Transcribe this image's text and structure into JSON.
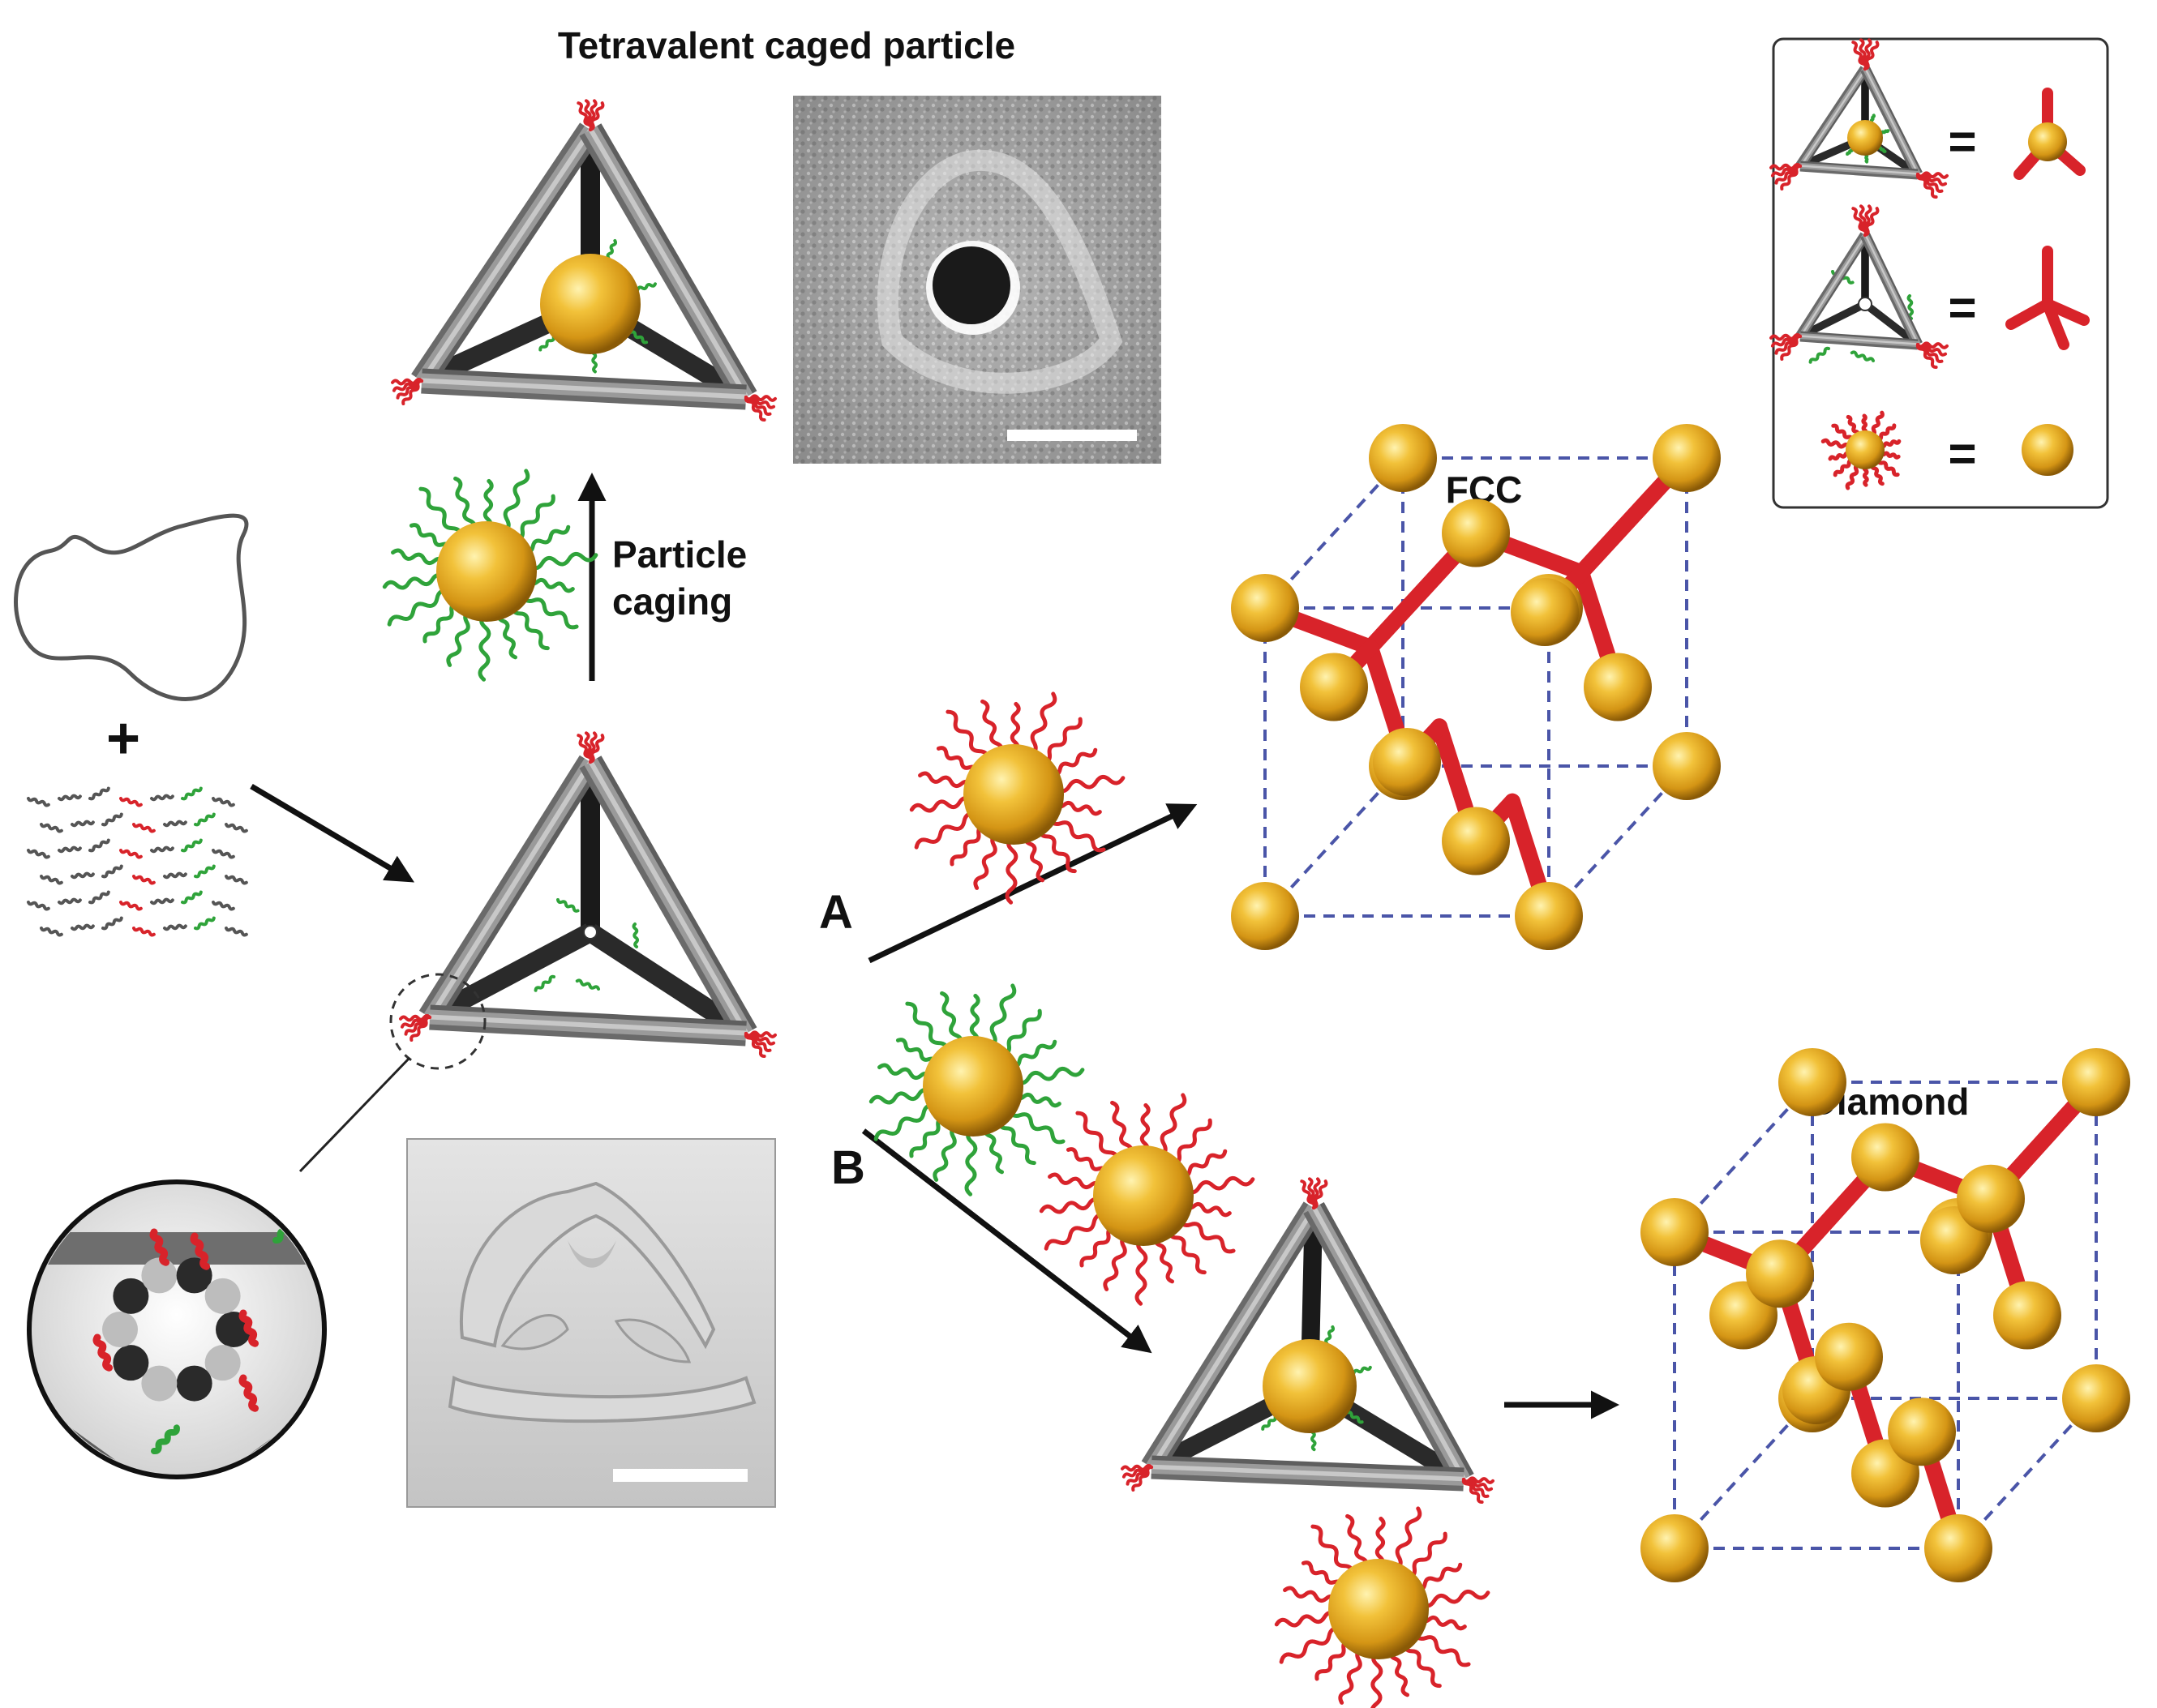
{
  "title": "Tetravalent caged particle",
  "caging_label_line1": "Particle",
  "caging_label_line2": "caging",
  "plus_sign": "+",
  "equals_sign": "=",
  "branch_a": "A",
  "branch_b": "B",
  "fcc_label": "FCC",
  "diamond_label": "Diamond",
  "colors": {
    "gold": "#e0a41c",
    "red_strand": "#d8232a",
    "green_strand": "#2fa33a",
    "dna_bundle": "#8f8f8f",
    "lattice_dash": "#4a55a8",
    "legend_border": "#333333"
  },
  "icons": [
    "dna-scaffold-loop-icon",
    "staple-strands-icon",
    "tetrahedron-frame-icon",
    "gold-nanoparticle-icon",
    "tem-micrograph-image",
    "cryo-em-map-image",
    "vertex-zoom-inset-icon",
    "fcc-lattice-icon",
    "diamond-lattice-icon"
  ]
}
